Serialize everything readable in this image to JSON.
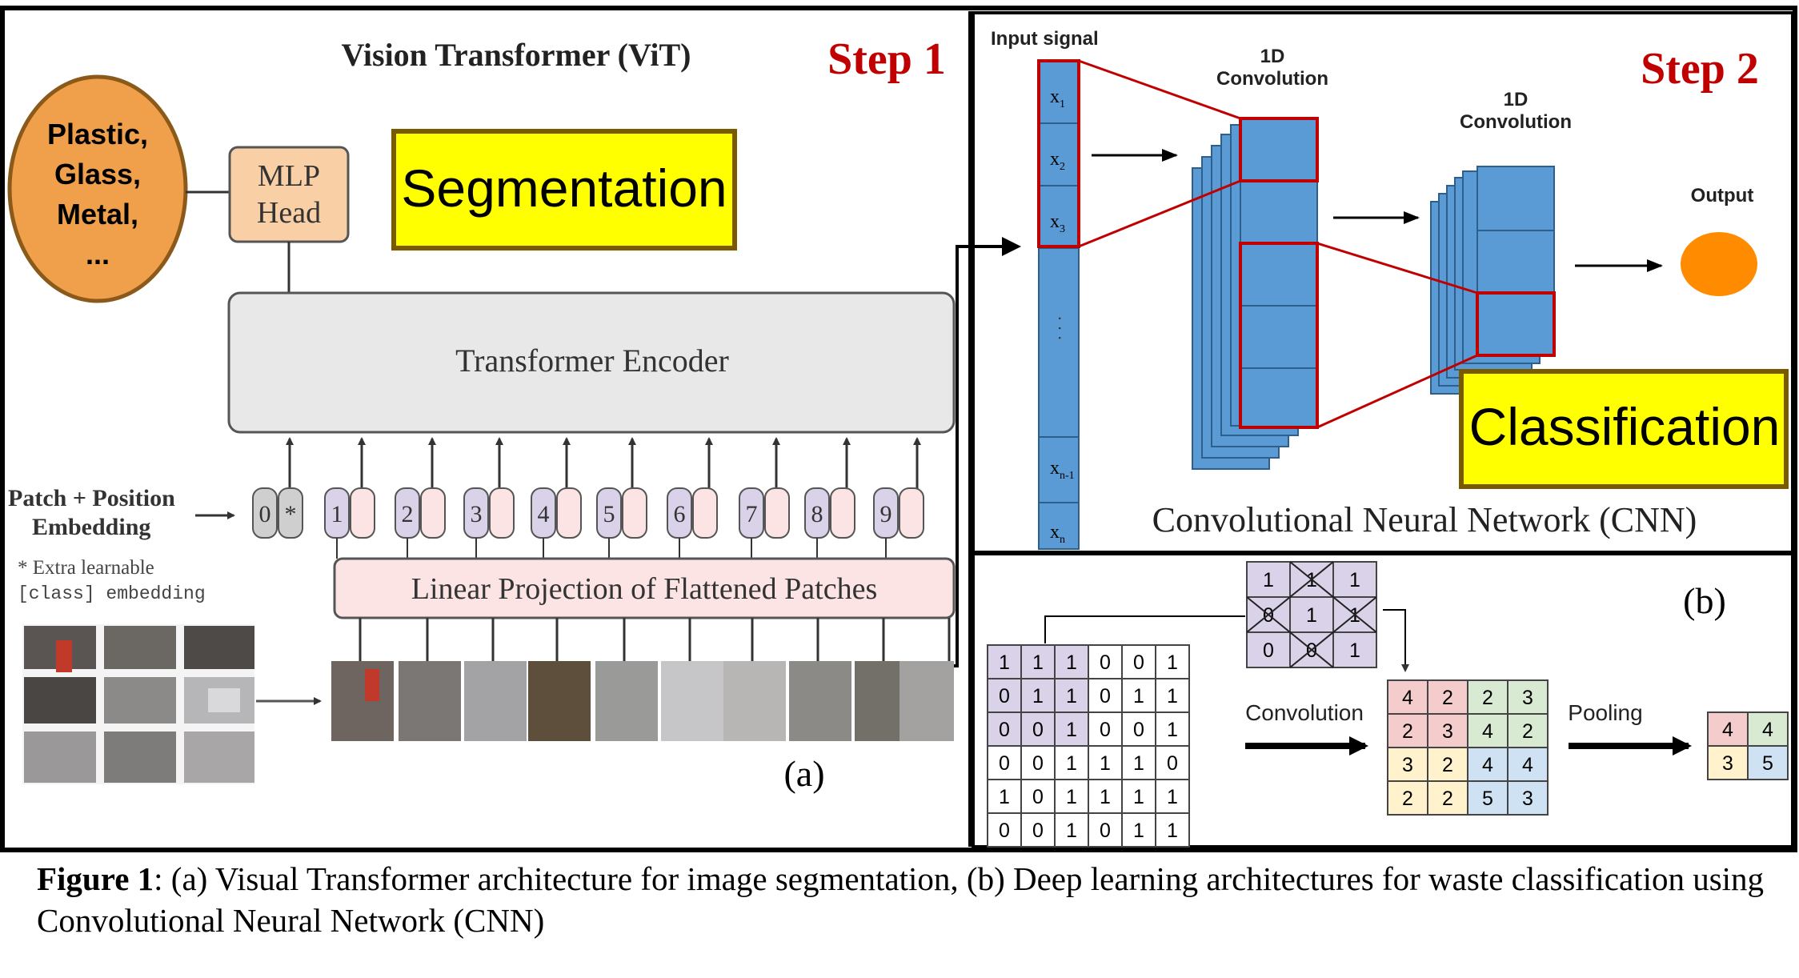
{
  "vit": {
    "title": "Vision Transformer (ViT)",
    "step": "Step 1",
    "classes": [
      "Plastic,",
      "Glass,",
      "Metal,",
      "..."
    ],
    "mlp_head": [
      "MLP",
      "Head"
    ],
    "segmentation": "Segmentation",
    "encoder": "Transformer Encoder",
    "embedding_label": [
      "Patch + Position",
      "Embedding"
    ],
    "extra_note": [
      "* Extra learnable",
      "[class] embedding"
    ],
    "tokens": [
      "0",
      "1",
      "2",
      "3",
      "4",
      "5",
      "6",
      "7",
      "8",
      "9"
    ],
    "class_marker": "*",
    "linear_projection": "Linear Projection of Flattened Patches",
    "panel_label": "(a)"
  },
  "cnn": {
    "input_signal": "Input signal",
    "conv1": [
      "1D",
      "Convolution"
    ],
    "conv2": [
      "1D",
      "Convolution"
    ],
    "output": "Output",
    "step": "Step 2",
    "classification": "Classification",
    "title": "Convolutional Neural Network (CNN)",
    "input_cells": [
      "x",
      "x",
      "x",
      "x",
      "x"
    ],
    "input_subs": [
      "1",
      "2",
      "3",
      "n-1",
      "n"
    ],
    "dots": ". . ."
  },
  "conv_example": {
    "panel_label": "(b)",
    "kernel": [
      [
        "1",
        "1",
        "1"
      ],
      [
        "0",
        "1",
        "1"
      ],
      [
        "0",
        "0",
        "1"
      ]
    ],
    "input": [
      [
        "1",
        "1",
        "1",
        "0",
        "0",
        "1"
      ],
      [
        "0",
        "1",
        "1",
        "0",
        "1",
        "1"
      ],
      [
        "0",
        "0",
        "1",
        "0",
        "0",
        "1"
      ],
      [
        "0",
        "0",
        "1",
        "1",
        "1",
        "0"
      ],
      [
        "1",
        "0",
        "1",
        "1",
        "1",
        "1"
      ],
      [
        "0",
        "0",
        "1",
        "0",
        "1",
        "1"
      ]
    ],
    "feature_map": [
      [
        "4",
        "2",
        "2",
        "3"
      ],
      [
        "2",
        "3",
        "4",
        "2"
      ],
      [
        "3",
        "2",
        "4",
        "4"
      ],
      [
        "2",
        "2",
        "5",
        "3"
      ]
    ],
    "pooled": [
      [
        "4",
        "4"
      ],
      [
        "3",
        "5"
      ]
    ],
    "convolution_label": "Convolution",
    "pooling_label": "Pooling"
  },
  "caption": {
    "label": "Figure 1",
    "text": ": (a) Visual Transformer architecture for image segmentation, (b) Deep learning architectures for waste classification using Convolutional Neural Network (CNN)"
  },
  "colors": {
    "orange": "#f0a04b",
    "yellow": "#ffff00",
    "blue": "#5b9bd5",
    "red": "#c00000",
    "purple": "#d9d2e9",
    "pink": "#fce4e4"
  }
}
